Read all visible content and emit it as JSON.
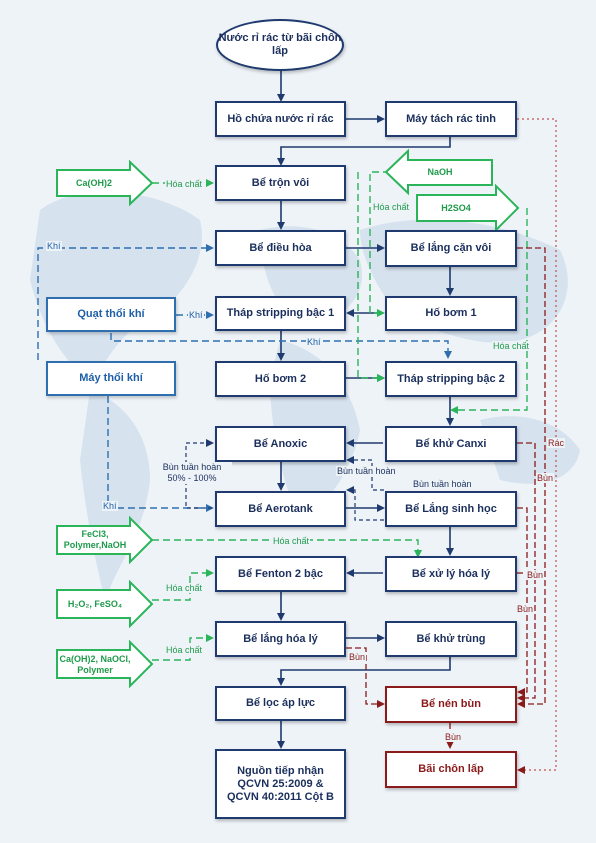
{
  "nodes": {
    "source": "Nước rỉ rác từ bãi chôn lấp",
    "holding": "Hồ chứa nước rỉ rác",
    "screen": "Máy tách rác tinh",
    "lime_mix": "Bể trộn vôi",
    "equalization": "Bể điều hòa",
    "lime_settling": "Bể lắng cặn vôi",
    "stripping1": "Tháp stripping bậc 1",
    "pump1": "Hố bơm 1",
    "pump2": "Hố bơm 2",
    "stripping2": "Tháp stripping bậc 2",
    "anoxic": "Bể Anoxic",
    "decalc": "Bể khử Canxi",
    "aerotank": "Bể Aerotank",
    "bio_settling": "Bể Lắng sinh học",
    "fenton": "Bể Fenton 2 bậc",
    "physchem": "Bể xử lý hóa lý",
    "chem_settling": "Bể lắng hóa lý",
    "disinfection": "Bể khử trùng",
    "pressure_filter": "Bể lọc áp lực",
    "sludge_thickener": "Bể nén bùn",
    "landfill": "Bãi chôn lấp",
    "receiving": "Nguồn tiếp nhận QCVN 25:2009 & QCVN 40:2011 Cột B",
    "blower_fan": "Quạt thổi khí",
    "air_blower": "Máy thổi khí"
  },
  "chemicals": {
    "caoh2": "Ca(OH)2",
    "naoh": "NaOH",
    "h2so4": "H2SO4",
    "fecl3": "FeCl3, Polymer,NaOH",
    "h2o2": "H₂O₂, FeSO₄",
    "caoh2_naocl": "Ca(OH)2, NaOCl, Polymer"
  },
  "labels": {
    "chemical": "Hóa chất",
    "air": "Khí",
    "trash": "Rác",
    "sludge": "Bùn",
    "recirc_pct": "Bùn tuần hoàn 50% - 100%",
    "recirc": "Bùn tuần hoàn"
  },
  "colors": {
    "main_flow": "#1e3a6e",
    "air_flow": "#2f6fb0",
    "chemical_flow": "#2bb55a",
    "sludge_flow": "#8b1a1a"
  }
}
